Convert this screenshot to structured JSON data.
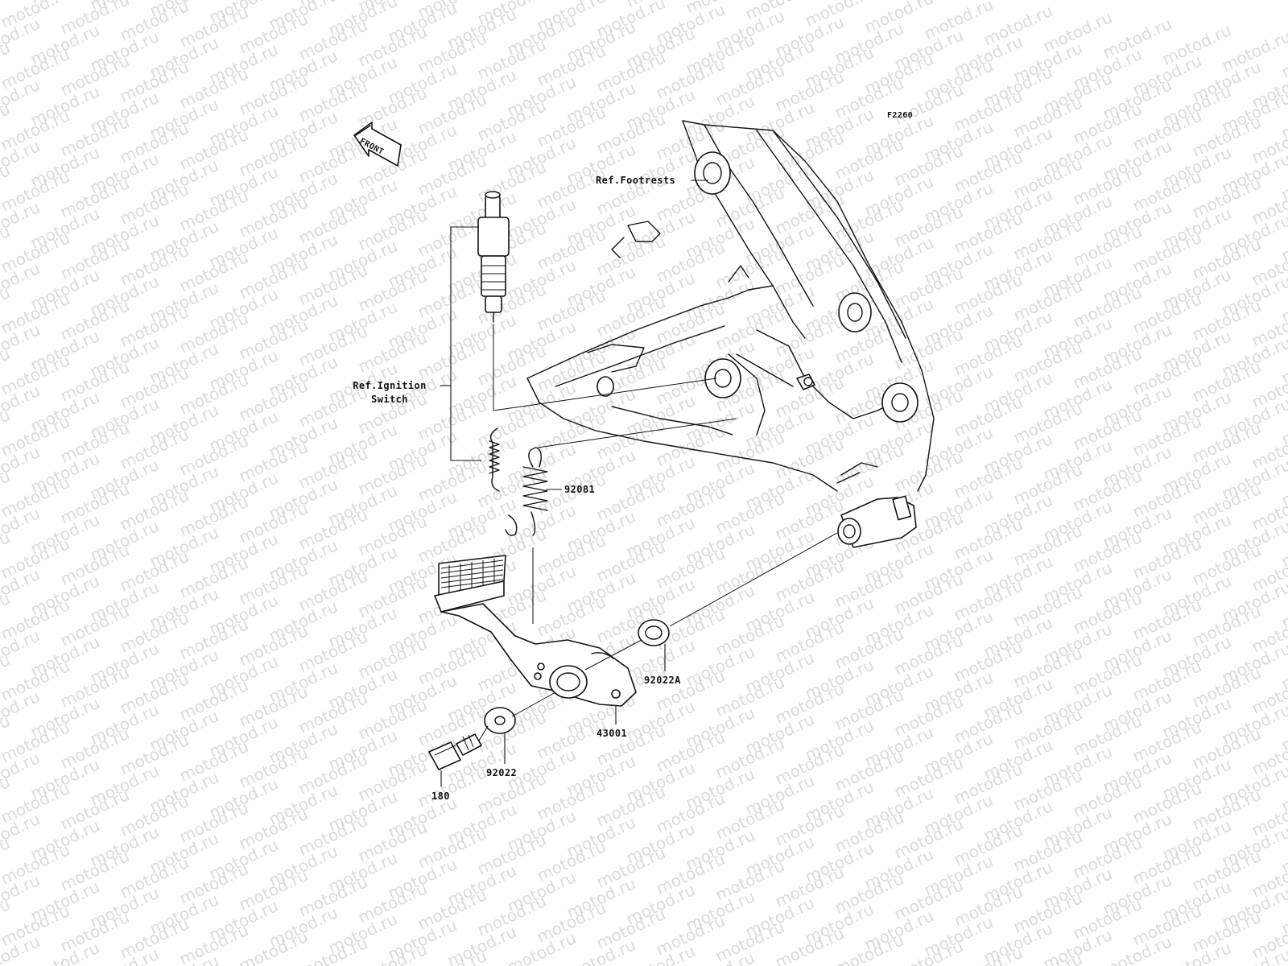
{
  "diagram_code": "F2260",
  "front_label": "FRONT",
  "watermark": "motod.ru",
  "labels": {
    "footrests": "Ref.Footrests",
    "ignition_line1": "Ref.Ignition",
    "ignition_line2": "Switch",
    "spring": "92081",
    "washer_a": "92022A",
    "pedal": "43001",
    "washer": "92022",
    "bolt": "180"
  }
}
